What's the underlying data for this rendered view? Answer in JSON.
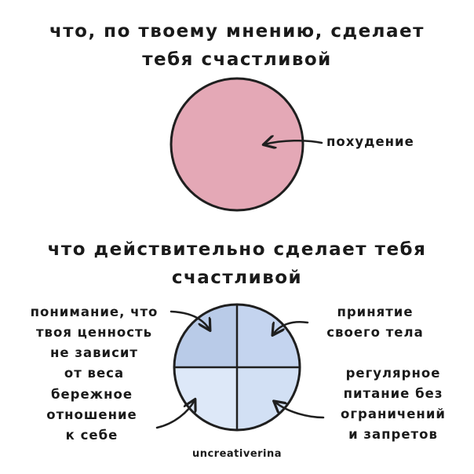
{
  "heading_top": {
    "line1": "что, по твоему мнению, сделает",
    "line2": "тебя счастливой"
  },
  "heading_bottom": {
    "line1": "что действительно сделает тебя",
    "line2": "счастливой"
  },
  "labels": {
    "weight_loss": "похудение",
    "understanding": [
      "понимание, что",
      "твоя ценность",
      "не зависит",
      "от веса"
    ],
    "acceptance": [
      "принятие",
      "своего тела"
    ],
    "careful": [
      "бережное",
      "отношение",
      "к себе"
    ],
    "nutrition": [
      "регулярное",
      "питание без",
      "ограничений",
      "и запретов"
    ]
  },
  "signature": "uncreativerina",
  "colors": {
    "pink_circle": "#e4a8b6",
    "quad_top_left": "#b9cbe8",
    "quad_top_right": "#c4d4ef",
    "quad_bottom_left": "#dde8f8",
    "quad_bottom_right": "#d2e0f4",
    "outline": "#1f1f1f"
  }
}
